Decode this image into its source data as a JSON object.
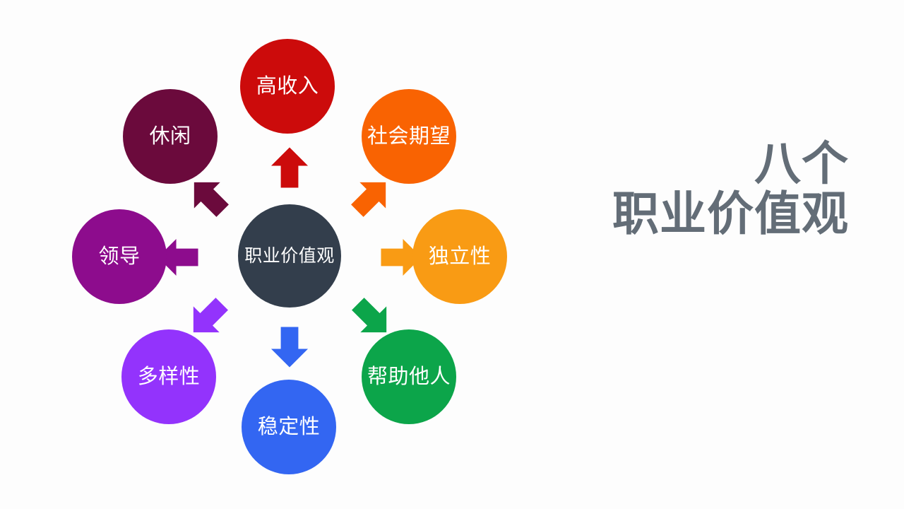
{
  "slide": {
    "background_color": "#fdfdfd",
    "title": {
      "line1": "八个",
      "line2": "职业价值观",
      "color": "#636d77"
    }
  },
  "diagram": {
    "type": "radial-hub-and-spoke",
    "center": {
      "label": "职业价值观",
      "color": "#333e4c"
    },
    "nodes": [
      {
        "label": "高收入",
        "color": "#cc0b0b",
        "position": "top",
        "arrow_direction": "up"
      },
      {
        "label": "社会期望",
        "color": "#f96302",
        "position": "top-right",
        "arrow_direction": "up-right"
      },
      {
        "label": "独立性",
        "color": "#f99b14",
        "position": "right",
        "arrow_direction": "right"
      },
      {
        "label": "帮助他人",
        "color": "#0ca54a",
        "position": "bottom-right",
        "arrow_direction": "down-right"
      },
      {
        "label": "稳定性",
        "color": "#3366f2",
        "position": "bottom",
        "arrow_direction": "down"
      },
      {
        "label": "多样性",
        "color": "#9333fc",
        "position": "bottom-left",
        "arrow_direction": "down-left"
      },
      {
        "label": "领导",
        "color": "#8d0c8d",
        "position": "left",
        "arrow_direction": "left"
      },
      {
        "label": "休闲",
        "color": "#6b0a3c",
        "position": "top-left",
        "arrow_direction": "up-left"
      }
    ]
  }
}
